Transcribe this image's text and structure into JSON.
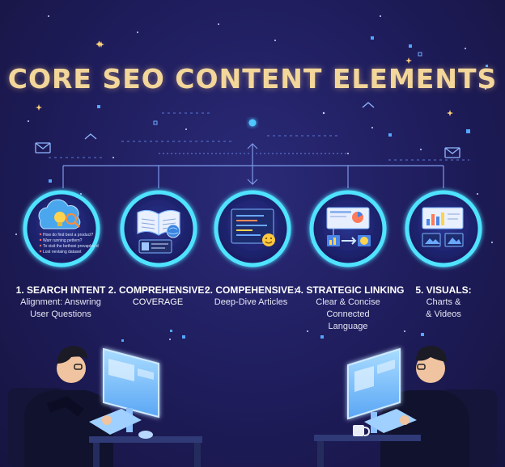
{
  "title": "CORE SEO CONTENT ELEMENTS",
  "elements": [
    {
      "heading": "1. SEARCH INTENT",
      "desc": [
        "Alignment: Answring",
        "User Questions"
      ],
      "icon": "lightbulb-cloud-icon",
      "icon_text": [
        "How do find best a product?",
        "Warr running pettern?",
        "To visit the bethooi prevaples d",
        "Lost nevtaing dataset"
      ]
    },
    {
      "heading": "2. COMPREHENSIVE:",
      "desc": [
        "COVERAGE"
      ],
      "icon": "open-book-icon"
    },
    {
      "heading": "2. COMPEHENSIVE:",
      "desc": [
        "Deep-Dive Articles"
      ],
      "icon": "document-smiley-icon"
    },
    {
      "heading": "4. STRATEGIC LINKING",
      "desc": [
        "Clear & Concise",
        "Connected",
        "Language"
      ],
      "icon": "linked-screens-icon"
    },
    {
      "heading": "5. VISUALS:",
      "desc": [
        "Charts &",
        "& Videos"
      ],
      "icon": "charts-images-icon"
    }
  ],
  "colors": {
    "background": "#1e1c5a",
    "title": "#f3d69a",
    "ring": "#4fe3ff",
    "accent": "#5fb6ff"
  }
}
